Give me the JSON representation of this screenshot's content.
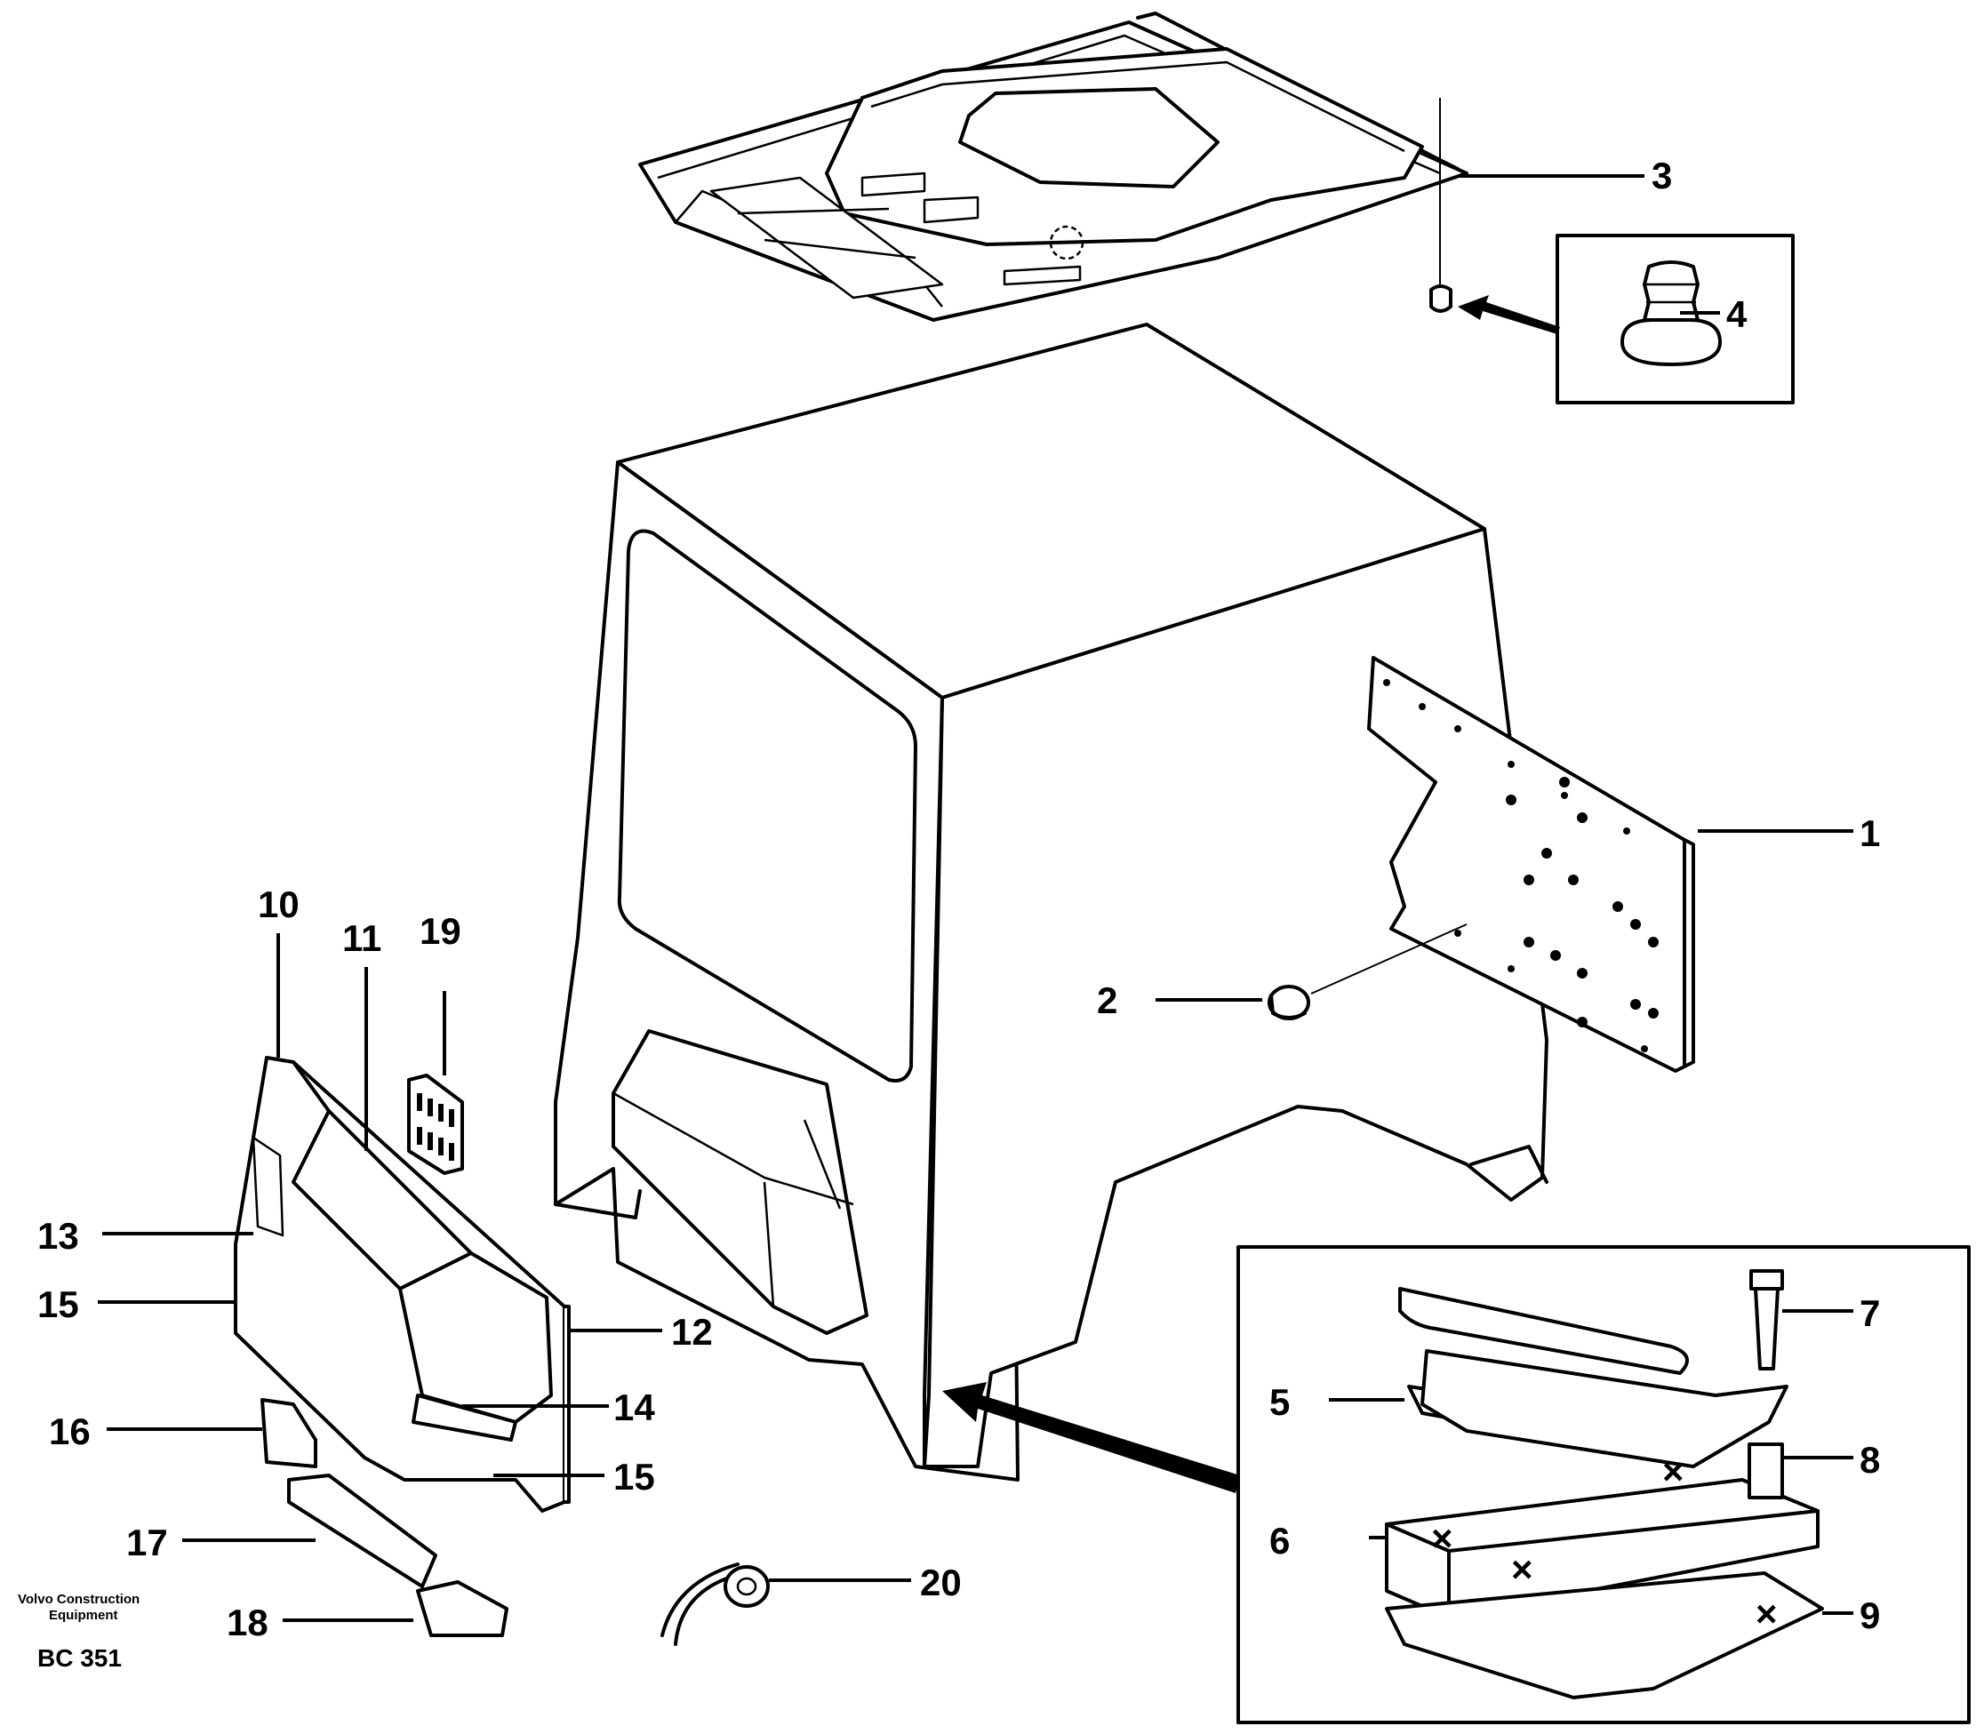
{
  "diagram": {
    "callouts": [
      {
        "id": "1",
        "text": "1"
      },
      {
        "id": "2",
        "text": "2"
      },
      {
        "id": "3",
        "text": "3"
      },
      {
        "id": "4",
        "text": "4"
      },
      {
        "id": "5",
        "text": "5"
      },
      {
        "id": "6",
        "text": "6"
      },
      {
        "id": "7",
        "text": "7"
      },
      {
        "id": "8",
        "text": "8"
      },
      {
        "id": "9",
        "text": "9"
      },
      {
        "id": "10",
        "text": "10"
      },
      {
        "id": "11",
        "text": "11"
      },
      {
        "id": "12",
        "text": "12"
      },
      {
        "id": "13",
        "text": "13"
      },
      {
        "id": "14",
        "text": "14"
      },
      {
        "id": "15a",
        "text": "15"
      },
      {
        "id": "15b",
        "text": "15"
      },
      {
        "id": "16",
        "text": "16"
      },
      {
        "id": "17",
        "text": "17"
      },
      {
        "id": "18",
        "text": "18"
      },
      {
        "id": "19",
        "text": "19"
      },
      {
        "id": "20",
        "text": "20"
      }
    ],
    "brand_line1": "Volvo Construction",
    "brand_line2": "Equipment",
    "drawing_code": "BC 351"
  }
}
